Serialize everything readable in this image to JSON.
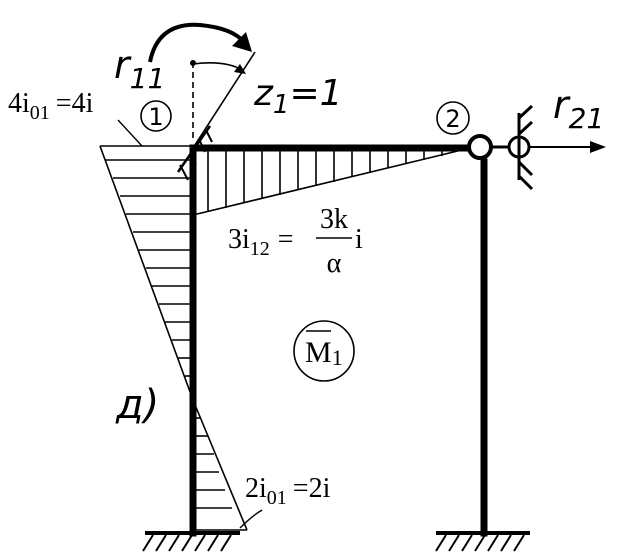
{
  "diagram": {
    "panel_label": "д)",
    "unknown_label": {
      "main": "z",
      "sub": "1",
      "value": "=1"
    },
    "reaction_r11": {
      "main": "r",
      "sub": "11"
    },
    "reaction_r21": {
      "main": "r",
      "sub": "21"
    },
    "node_1": "1",
    "node_2": "2",
    "moment_top_left": {
      "a": "4i",
      "a_sub": "01",
      "b": "=4i"
    },
    "moment_beam": {
      "a": "3i",
      "a_sub": "12",
      "eq": "=",
      "num": "3k",
      "den": "α",
      "tail": "i"
    },
    "moment_bottom": {
      "a": "2i",
      "a_sub": "01",
      "b": "=2i"
    },
    "diagram_label": {
      "main": "M",
      "sub": "1"
    }
  }
}
